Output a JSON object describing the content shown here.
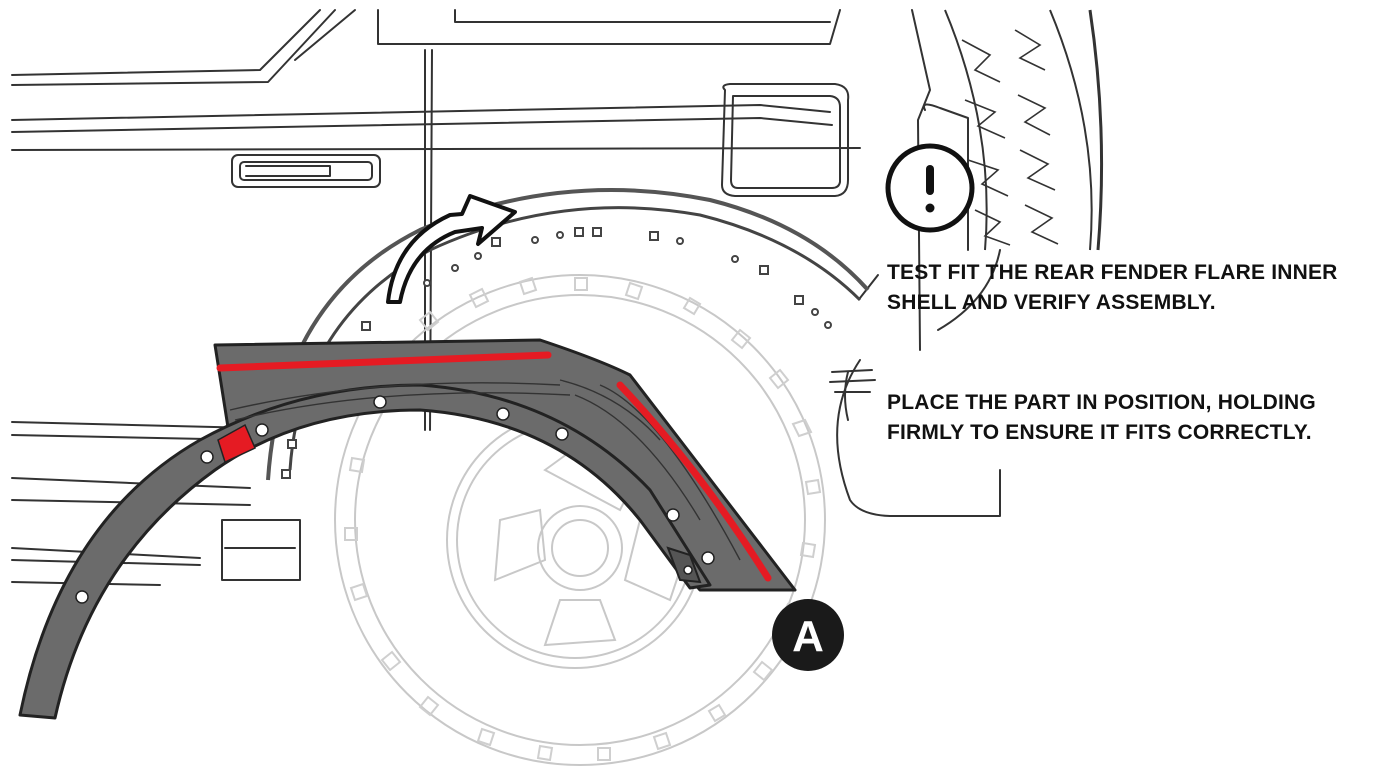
{
  "instructions": {
    "step1": "TEST FIT THE REAR FENDER FLARE INNER SHELL AND VERIFY ASSEMBLY.",
    "step2": "PLACE THE PART IN POSITION, HOLDING FIRMLY TO ENSURE IT FITS CORRECTLY."
  },
  "warning": {
    "symbol": "!",
    "icon": "exclamation-circle-icon"
  },
  "part_badge": {
    "label": "A"
  },
  "colors": {
    "part_fill": "#6b6b6b",
    "adhesive_strip": "#e51b23",
    "line_art": "#333333",
    "badge": "#1a1a1a"
  }
}
